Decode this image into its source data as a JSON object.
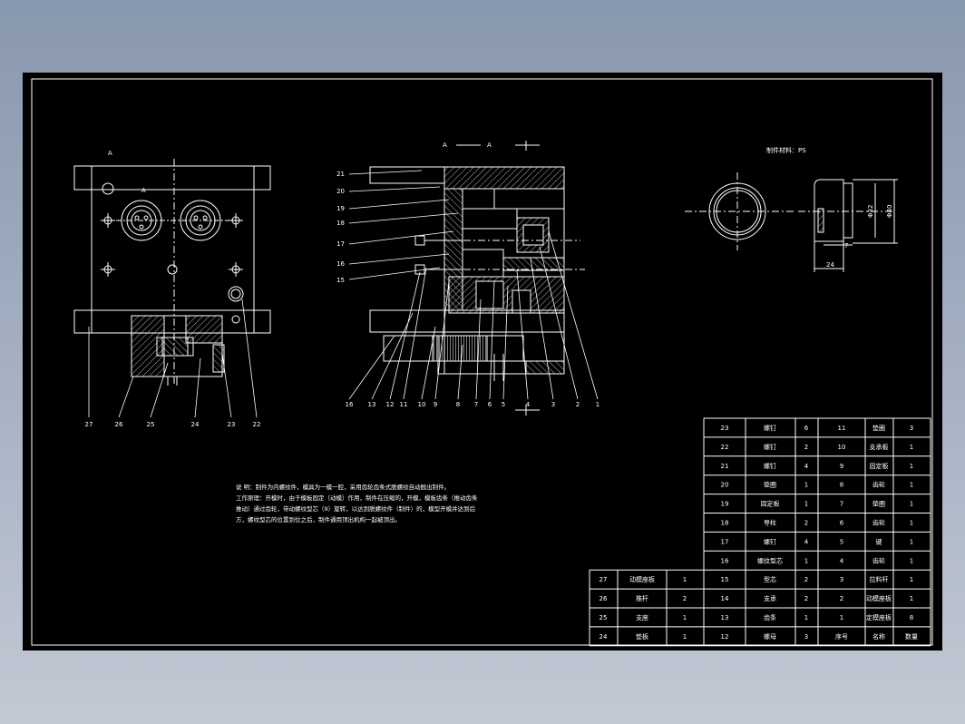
{
  "section": {
    "label_left": "A",
    "label_right": "A",
    "view_mark": "A",
    "view_mark_2": "A"
  },
  "left_view": {
    "callouts": [
      "27",
      "26",
      "25",
      "24",
      "23",
      "22"
    ]
  },
  "section_view": {
    "left_callouts": [
      "21",
      "20",
      "19",
      "18",
      "17",
      "16",
      "15"
    ],
    "bottom_callouts": [
      "16",
      "13",
      "12",
      "11",
      "10",
      "9",
      "8",
      "7",
      "6",
      "5",
      "4",
      "3",
      "2",
      "1"
    ]
  },
  "part": {
    "title": "制件材料：PS",
    "dim_height": "24",
    "dim_width_inner": "7",
    "dim_dia_1": "Φ32",
    "dim_dia_2": "Φ40"
  },
  "notes": [
    "说  明：制件为内螺纹件，模具为一模一腔，采用齿轮齿条式脱螺纹自动脱出制件。",
    "工作原理：开模时，由于模板固定（动模）作用，制件在压缩的，开模，模板齿条（推动齿条",
    "推动）通过齿轮，带动螺纹型芯（9）旋转，以达到脱螺纹件（制件）的，模型开模并达到后",
    "方，螺纹型芯的位置到位之后，制件通用顶出机构一起被顶出。"
  ],
  "bom": {
    "right": [
      [
        "23",
        "螺钉",
        "6",
        "11",
        "垫圈",
        "3"
      ],
      [
        "22",
        "螺钉",
        "2",
        "10",
        "支承板",
        "1"
      ],
      [
        "21",
        "螺钉",
        "4",
        "9",
        "固定板",
        "1"
      ],
      [
        "20",
        "垫圈",
        "1",
        "8",
        "齿轮",
        "1"
      ],
      [
        "19",
        "固定板",
        "1",
        "7",
        "垫圈",
        "1"
      ],
      [
        "18",
        "导柱",
        "2",
        "6",
        "齿轮",
        "1"
      ],
      [
        "17",
        "螺钉",
        "4",
        "5",
        "键",
        "1"
      ],
      [
        "16",
        "螺纹型芯",
        "1",
        "4",
        "齿轮",
        "1"
      ],
      [
        "15",
        "型芯",
        "2",
        "3",
        "拉料杆",
        "1"
      ],
      [
        "14",
        "支承",
        "2",
        "2",
        "动模座板",
        "1"
      ],
      [
        "13",
        "齿条",
        "1",
        "1",
        "定模座板",
        "8"
      ],
      [
        "12",
        "螺母",
        "3",
        "序号",
        "名称",
        "数量"
      ]
    ],
    "left": [
      [
        "27",
        "动模座板",
        "1"
      ],
      [
        "26",
        "推杆",
        "2"
      ],
      [
        "25",
        "支座",
        "1"
      ],
      [
        "24",
        "垫板",
        "1"
      ]
    ]
  }
}
